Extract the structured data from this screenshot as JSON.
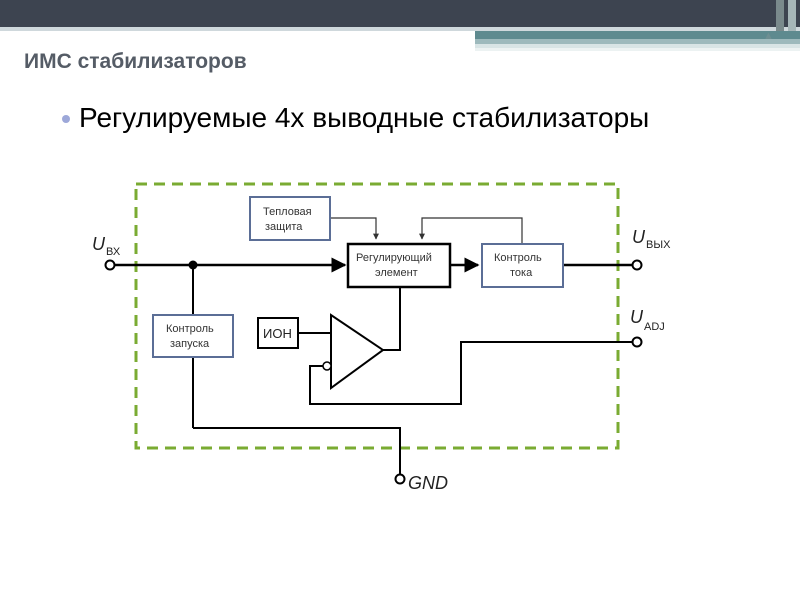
{
  "title": "ИМС стабилизаторов",
  "bullet": "Регулируемые 4х выводные стабилизаторы",
  "diagram": {
    "blocks": {
      "thermal": [
        "Тепловая",
        "защита"
      ],
      "regulator": [
        "Регулирующий",
        "элемент"
      ],
      "current": [
        "Контроль",
        "тока"
      ],
      "startup": [
        "Контроль",
        "запуска"
      ],
      "ion": "ИОН"
    },
    "pins": {
      "vin": {
        "main": "U",
        "sub": "ВХ"
      },
      "vout": {
        "main": "U",
        "sub": "ВЫХ"
      },
      "adj": {
        "main": "U",
        "sub": "ADJ"
      },
      "gnd": "GND"
    },
    "colors": {
      "frame": "#7aab32",
      "block_border": "#5b6e96",
      "wire": "#000000"
    }
  }
}
